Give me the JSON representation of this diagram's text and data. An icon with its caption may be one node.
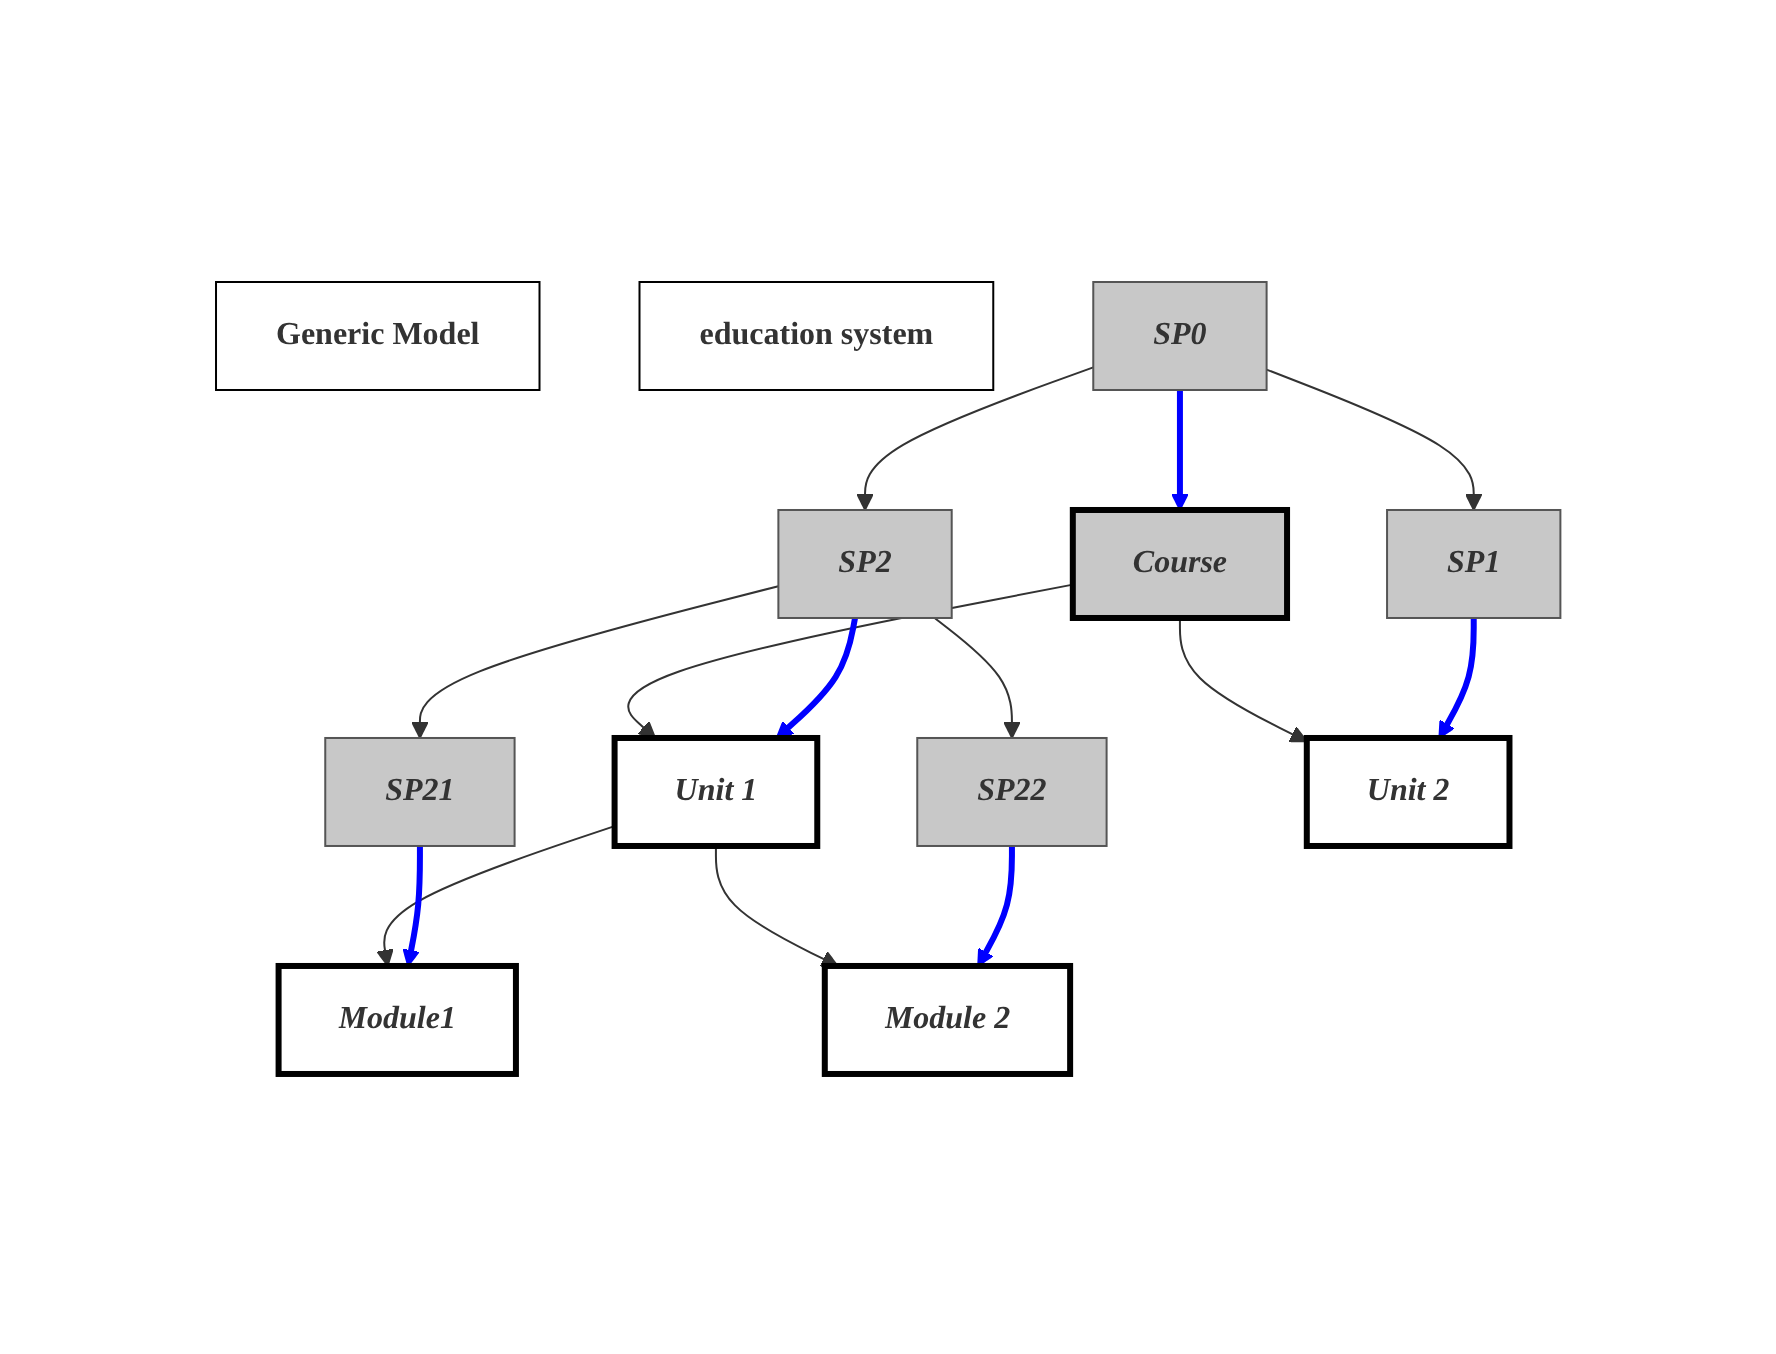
{
  "diagram": {
    "nodes": [
      {
        "text": [
          "SP0"
        ]
      },
      {
        "text": [
          "Course"
        ]
      },
      {
        "text": [
          "SP1"
        ]
      },
      {
        "text": [
          "SP2"
        ]
      },
      {
        "text": [
          "Unit 1"
        ]
      },
      {
        "text": [
          "Unit 2"
        ]
      },
      {
        "text": [
          "SP21"
        ]
      },
      {
        "text": [
          "SP22"
        ]
      },
      {
        "text": [
          "Module1"
        ]
      },
      {
        "text": [
          "Module 2"
        ]
      },
      {
        "text": [
          "Generic Model"
        ]
      },
      {
        "text": [
          "education system"
        ]
      }
    ],
    "edges": [
      {
        "from": 0,
        "to": 2,
        "arrow": "to"
      },
      {
        "from": 0,
        "to": 3,
        "arrow": "to"
      },
      {
        "from": 3,
        "to": 6,
        "arrow": "to"
      },
      {
        "from": 3,
        "to": 7,
        "arrow": "to"
      },
      {
        "from": 1,
        "to": 4,
        "arrow": "to"
      },
      {
        "from": 1,
        "to": 5,
        "arrow": "to"
      },
      {
        "from": 4,
        "to": 8,
        "arrow": "to"
      },
      {
        "from": 4,
        "to": 9,
        "arrow": "to"
      },
      {
        "from": 0,
        "to": 1,
        "arrow": "to",
        "style": "thick",
        "color": "#0000ff"
      },
      {
        "from": 3,
        "to": 4,
        "arrow": "to",
        "style": "thick",
        "color": "#0000ff"
      },
      {
        "from": 2,
        "to": 5,
        "arrow": "to",
        "style": "thick",
        "color": "#0000ff"
      },
      {
        "from": 7,
        "to": 9,
        "arrow": "to",
        "style": "thick",
        "color": "#0000ff"
      },
      {
        "from": 6,
        "to": 8,
        "arrow": "to",
        "style": "thick",
        "color": "#0000ff"
      }
    ]
  }
}
